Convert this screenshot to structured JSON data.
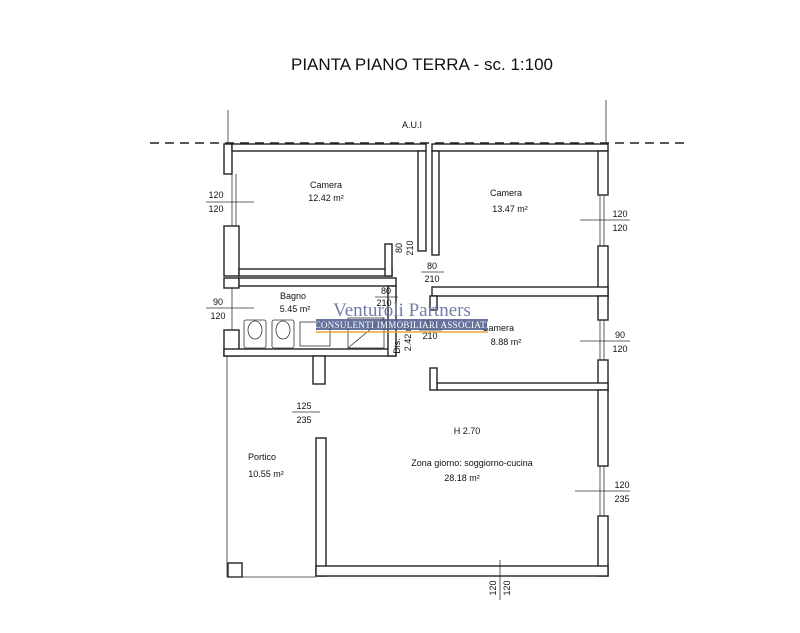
{
  "title": "PIANTA PIANO TERRA - sc. 1:100",
  "boundary_label": "A.U.I",
  "height_label": "H 2.70",
  "rooms": [
    {
      "name": "Camera",
      "area": "12.42 m²"
    },
    {
      "name": "Camera",
      "area": "13.47 m²"
    },
    {
      "name": "Bagno",
      "area": "5.45 m²"
    },
    {
      "name": "Camera",
      "area": "8.88 m²"
    },
    {
      "name": "Portico",
      "area": "10.55 m²"
    },
    {
      "name": "Zona giorno: soggiorno-cucina",
      "area": "28.18 m²"
    }
  ],
  "disimpegno": {
    "name": "Dis.",
    "area": "2.42 m²"
  },
  "openings": [
    {
      "w": "120",
      "h": "120"
    },
    {
      "w": "120",
      "h": "120"
    },
    {
      "w": "90",
      "h": "120"
    },
    {
      "w": "90",
      "h": "120"
    },
    {
      "w": "125",
      "h": "235"
    },
    {
      "w": "120",
      "h": "235"
    },
    {
      "w": "80",
      "h": "210"
    },
    {
      "w": "80",
      "h": "210"
    },
    {
      "w": "80",
      "h": "210"
    },
    {
      "w": "80",
      "h": "210"
    },
    {
      "w": "120",
      "h": "120"
    }
  ],
  "watermark": {
    "brand": "Venturoli Partners",
    "tagline": "CONSULENTI IMMOBILIARI ASSOCIATI"
  },
  "colors": {
    "wall": "#222222",
    "watermark_text": "#6f7ea8",
    "watermark_band": "#4a5a8c",
    "watermark_accent": "#e8a33a"
  }
}
